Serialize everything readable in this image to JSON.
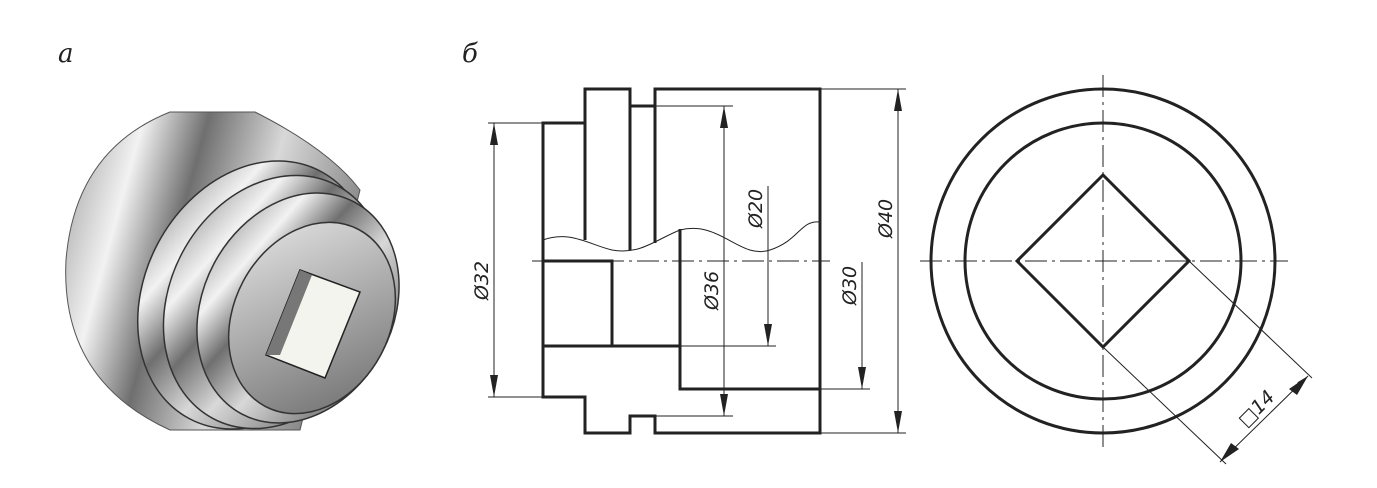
{
  "labels": {
    "view_a": "а",
    "view_b": "б"
  },
  "dimensions": {
    "d32": "Ø32",
    "d36": "Ø36",
    "d20": "Ø20",
    "d30": "Ø30",
    "d40": "Ø40",
    "square14": "□14"
  }
}
